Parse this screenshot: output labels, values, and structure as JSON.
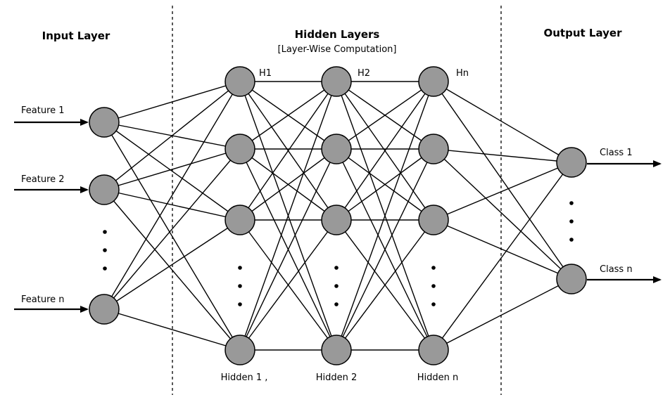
{
  "headers": {
    "input": "Input Layer",
    "hidden": "Hidden Layers",
    "hidden_sub": "[Layer-Wise Computation]",
    "output": "Output Layer"
  },
  "inputs": {
    "feature1": "Feature 1",
    "feature2": "Feature 2",
    "featuren": "Feature n"
  },
  "hidden_top": {
    "h1": "H1",
    "h2": "H2",
    "hn": "Hn"
  },
  "hidden_bottom": {
    "h1": "Hidden 1 ,",
    "h2": "Hidden 2",
    "hn": "Hidden n"
  },
  "outputs": {
    "class1": "Class 1",
    "classn": "Class n"
  },
  "colors": {
    "node_fill": "#999999",
    "stroke": "#000000",
    "background": "#ffffff"
  }
}
